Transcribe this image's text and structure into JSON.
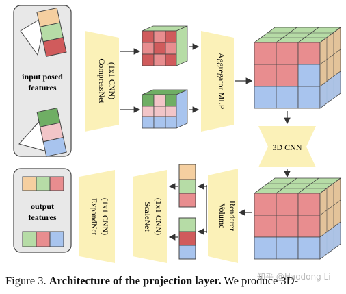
{
  "diagram": {
    "input_box_label_line1": "input posed",
    "input_box_label_line2": "features",
    "output_box_label_line1": "output",
    "output_box_label_line2": "features",
    "compressnet_line1": "CompressNet",
    "compressnet_line2": "(1x1 CNN)",
    "aggregator_label": "Aggregator MLP",
    "cnn3d_label": "3D CNN",
    "volume_renderer_line1": "Volume",
    "volume_renderer_line2": "Renderer",
    "scalenet_line1": "ScaleNet",
    "scalenet_line2": "(1x1 CNN)",
    "expandnet_line1": "ExpandNet",
    "expandnet_line2": "(1x1 CNN)"
  },
  "caption": {
    "prefix": "Figure 3. ",
    "bold": "Architecture of the projection layer.",
    "suffix": " We produce 3D-"
  },
  "watermark": "知乎 @Haodong Li",
  "colors": {
    "orange": "#f5cfa0",
    "green": "#b6dca6",
    "red": "#e88d8f",
    "pink": "#f2c5c8",
    "blue": "#a8c4ee",
    "dark_green": "#6fae64",
    "dark_red": "#d05b5c",
    "yellow": "#fbf1b8",
    "box_bg": "#e8e8e8"
  }
}
